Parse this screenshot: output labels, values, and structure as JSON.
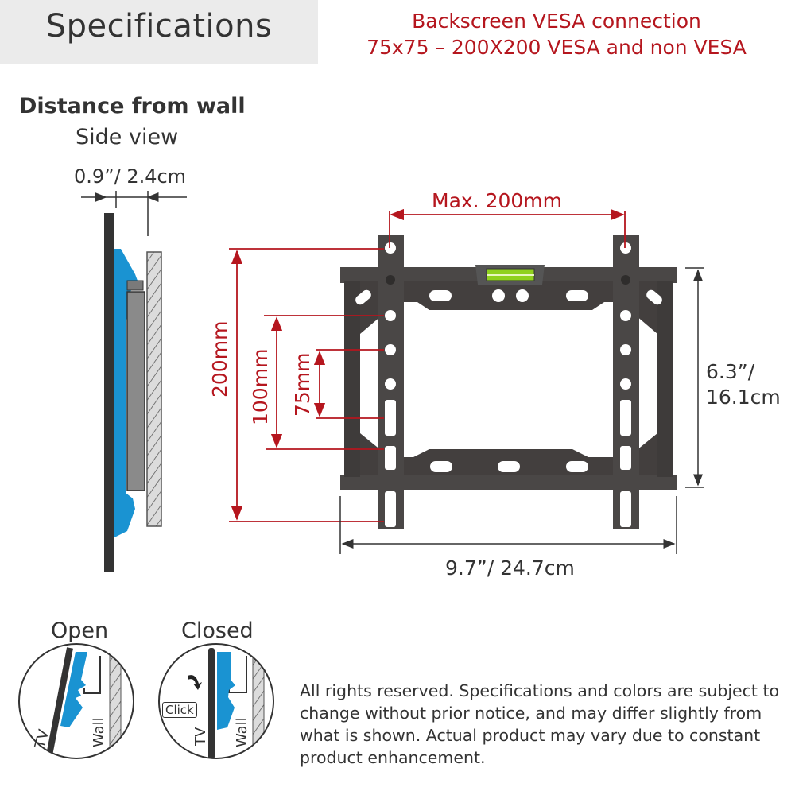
{
  "header": {
    "title": "Specifications",
    "vesa_note_line1": "Backscreen VESA connection",
    "vesa_note_line2": "75x75 – 200X200 VESA and non VESA"
  },
  "side_view": {
    "heading": "Distance from wall",
    "subheading": "Side view",
    "gap_dimension": "0.9”/ 2.4cm"
  },
  "front_view": {
    "max_width_label": "Max. 200mm",
    "vertical_dims": [
      "200mm",
      "100mm",
      "75mm"
    ],
    "height_label_line1": "6.3”/",
    "height_label_line2": "16.1cm",
    "width_label": "9.7”/ 24.7cm"
  },
  "lock_states": {
    "open_label": "Open",
    "closed_label": "Closed",
    "tv_label": "TV",
    "wall_label": "Wall",
    "click_label": "Click"
  },
  "disclaimer": "All rights reserved. Specifications and colors are subject to change without prior notice, and may differ slightly from what is shown. Actual product may vary due to constant product enhancement.",
  "colors": {
    "accent_red": "#b5161e",
    "bracket_dark": "#4a4746",
    "plate_blue": "#1a93d2",
    "text_dark": "#333333",
    "header_bg": "#ebebeb",
    "level_green": "#8fd11e"
  }
}
